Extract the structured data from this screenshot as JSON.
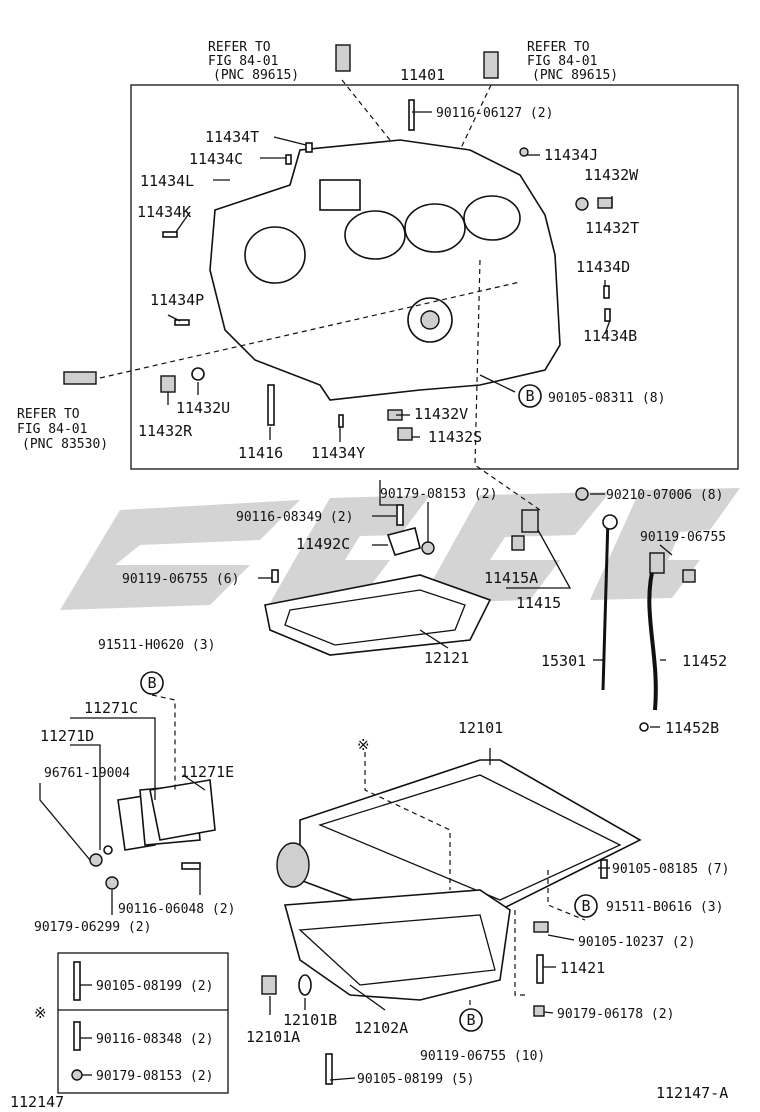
{
  "diagram": {
    "fig_no_left": "112147",
    "fig_no_right": "112147-A",
    "note_mark": "※",
    "refers": [
      {
        "l1": "REFER TO",
        "l2": "FIG 84-01",
        "l3": "(PNC 89615)"
      },
      {
        "l1": "REFER TO",
        "l2": "FIG 84-01",
        "l3": "(PNC 89615)"
      },
      {
        "l1": "REFER TO",
        "l2": "FIG 84-01",
        "l3": "(PNC 83530)"
      }
    ],
    "callouts": [
      "11401",
      "90116-06127 (2)",
      "11434T",
      "11434C",
      "11434L",
      "11434K",
      "11434J",
      "11432W",
      "11432T",
      "11434D",
      "11434P",
      "11434B",
      "11432U",
      "11432R",
      "90105-08311 (8)",
      "11432V",
      "11432S",
      "11416",
      "11434Y",
      "90179-08153 (2)",
      "90210-07006 (8)",
      "90116-08349 (2)",
      "11492C",
      "90119-06755",
      "90119-06755 (6)",
      "11415A",
      "11415",
      "12121",
      "15301",
      "11452",
      "11452B",
      "91511-H0620 (3)",
      "11271C",
      "11271D",
      "96761-19004",
      "11271E",
      "12101",
      "90105-08185 (7)",
      "91511-B0616 (3)",
      "90116-06048 (2)",
      "90179-06299 (2)",
      "90105-10237 (2)",
      "11421",
      "90179-06178 (2)",
      "12101A",
      "12101B",
      "12102A",
      "90119-06755 (10)",
      "90105-08199 (5)",
      "90105-08199 (2)",
      "90116-08348 (2)",
      "90179-08153 (2)"
    ],
    "circle_B": "B"
  }
}
